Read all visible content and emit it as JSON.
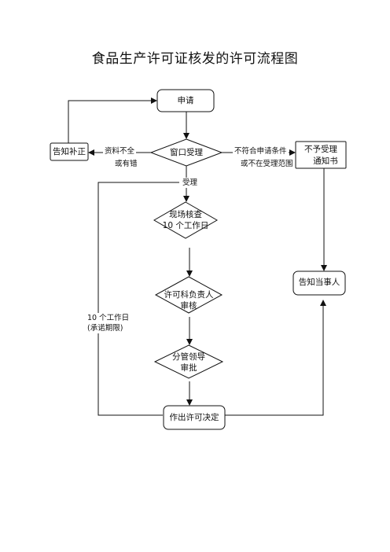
{
  "title": "食品生产许可证核发的许可流程图",
  "nodes": {
    "apply": "申请",
    "window": "窗口受理",
    "supplement": "告知补正",
    "reject_1": "不予受理",
    "reject_2": "通知书",
    "inspect_1": "现场核查",
    "inspect_2": "10 个工作日",
    "head_1": "许可科负责人",
    "head_2": "审核",
    "leader_1": "分管领导",
    "leader_2": "审批",
    "decision": "作出许可决定",
    "notify": "告知当事人"
  },
  "labels": {
    "incomplete_1": "资料不全",
    "incomplete_2": "或有错",
    "not_eligible_1": "不符合申请条件",
    "not_eligible_2": "或不在受理范围",
    "accepted": "受理",
    "days_1": "10 个工作日",
    "days_2": "(承诺期限)"
  }
}
